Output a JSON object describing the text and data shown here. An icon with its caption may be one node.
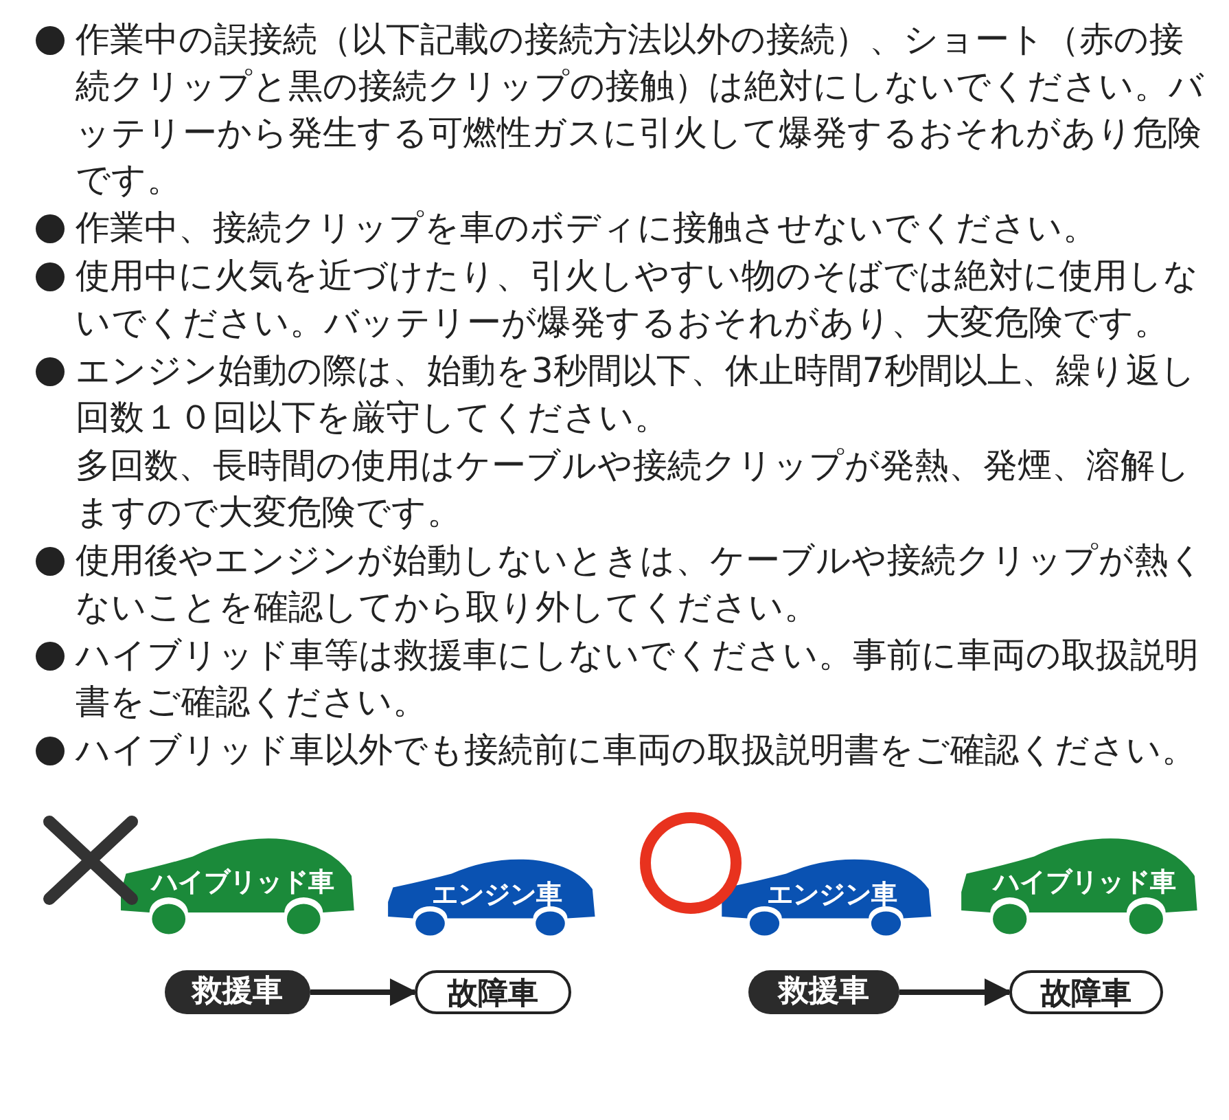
{
  "diagram": {
    "nodes": [
      {
        "text": [
          "ハイブリッド車"
        ]
      },
      {
        "text": [
          "エンジン車"
        ]
      },
      {
        "text": [
          "救援車"
        ]
      },
      {
        "text": [
          "故障車"
        ]
      },
      {
        "text": [
          "エンジン車"
        ]
      },
      {
        "text": [
          "ハイブリッド車"
        ]
      },
      {
        "text": [
          "救援車"
        ]
      },
      {
        "text": [
          "故障車"
        ]
      }
    ],
    "edges": [
      {
        "from": 2,
        "to": 3,
        "arrow": "to"
      },
      {
        "from": 6,
        "to": 7,
        "arrow": "to"
      }
    ],
    "labels": [
      "作業中の誤接続（以下記載の接続方法以外の接続）、ショート（赤の接続クリップと黒の接続クリップの接触）は絶対にしないでください。バッテリーから発生する可燃性ガスに引火して爆発するおそれがあり危険です。",
      "作業中、接続クリップを車のボディに接触させないでください。",
      "使用中に火気を近づけたり、引火しやすい物のそばでは絶対に使用しないでください。バッテリーが爆発するおそれがあり、大変危険です。",
      "エンジン始動の際は、始動を3秒間以下、休止時間7秒間以上、繰り返し回数１０回以下を厳守してください。",
      "多回数、長時間の使用はケーブルや接続クリップが発熱、発煙、溶解しますので大変危険です。",
      "使用後やエンジンが始動しないときは、ケーブルや接続クリップが熱くないことを確認してから取り外してください。",
      "ハイブリッド車等は救援車にしないでください。事前に車両の取扱説明書をご確認ください。",
      "ハイブリッド車以外でも接続前に車両の取扱説明書をご確認ください。"
    ]
  }
}
